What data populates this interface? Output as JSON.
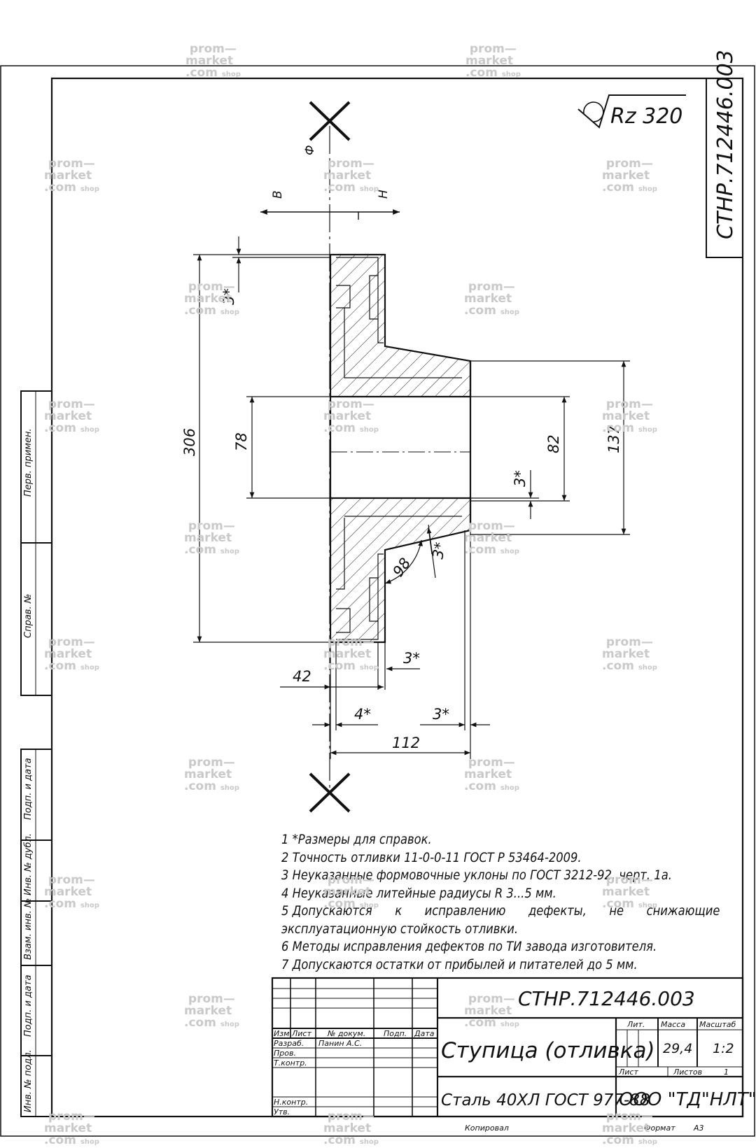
{
  "drawing": {
    "number": "СТНР.712446.003",
    "number_vertical": "СТНР.712446.003",
    "roughness": "Rz 320",
    "title": "Ступица (отливка)",
    "material": "Сталь 40ХЛ ГОСТ 977-88",
    "company": "ООО \"ТД\"НЛТ\"",
    "mass": "29,4",
    "scale": "1:2",
    "sheet_label": "Лист",
    "sheets_label": "Листов",
    "sheets_value": "1",
    "copied": "Копировал",
    "format_label": "Формат",
    "format_value": "А3"
  },
  "labels": {
    "phi": "Ф",
    "v": "В",
    "h": "Н"
  },
  "dimensions": {
    "d306": "306",
    "d78": "78",
    "d82": "82",
    "d137": "137",
    "d42": "42",
    "d112": "112",
    "d98": "98",
    "d3_top": "3*",
    "d3_mid": "3*",
    "d3_slope": "3*",
    "d3_flange": "3*",
    "d4": "4*",
    "d3_bottom": "3*"
  },
  "notes": [
    "1  *Размеры для справок.",
    "2  Точность отливки 11-0-0-11 ГОСТ Р 53464-2009.",
    "3  Неуказанные формовочные уклоны по ГОСТ 3212-92, черт. 1а.",
    "4  Неуказанные литейные радиусы R 3...5 мм.",
    "5  Допускаются  к  исправлению  дефекты,  не  снижающие",
    "эксплуатационную стойкость отливки.",
    "6  Методы исправления дефектов по ТИ завода изготовителя.",
    "7  Допускаются остатки от прибылей и питателей до 5 мм."
  ],
  "note5_words": [
    "5  Допускаются",
    "к",
    "исправлению",
    "дефекты,",
    "не",
    "снижающие"
  ],
  "title_block": {
    "headers": [
      "Изм.",
      "Лист",
      "№ докум.",
      "Подп.",
      "Дата"
    ],
    "rows": [
      "Разраб.",
      "Пров.",
      "Т.контр.",
      "",
      "Н.контр.",
      "Утв."
    ],
    "developer": "Панин А.С.",
    "lit": "Лит.",
    "mass_label": "Масса",
    "scale_label": "Масштаб"
  },
  "side_columns": {
    "first_use": "Перв. примен.",
    "ref_no": "Справ. №",
    "sign_date_1": "Подп. и дата",
    "dup_inv": "Инв. № дубл.",
    "inv_replace": "Взам. инв. №",
    "sign_date_2": "Подп. и дата",
    "orig_inv": "Инв. № подл."
  },
  "watermark": {
    "line1": "prom—",
    "line2": "market",
    "line3": ".com",
    "tag": "shop"
  }
}
